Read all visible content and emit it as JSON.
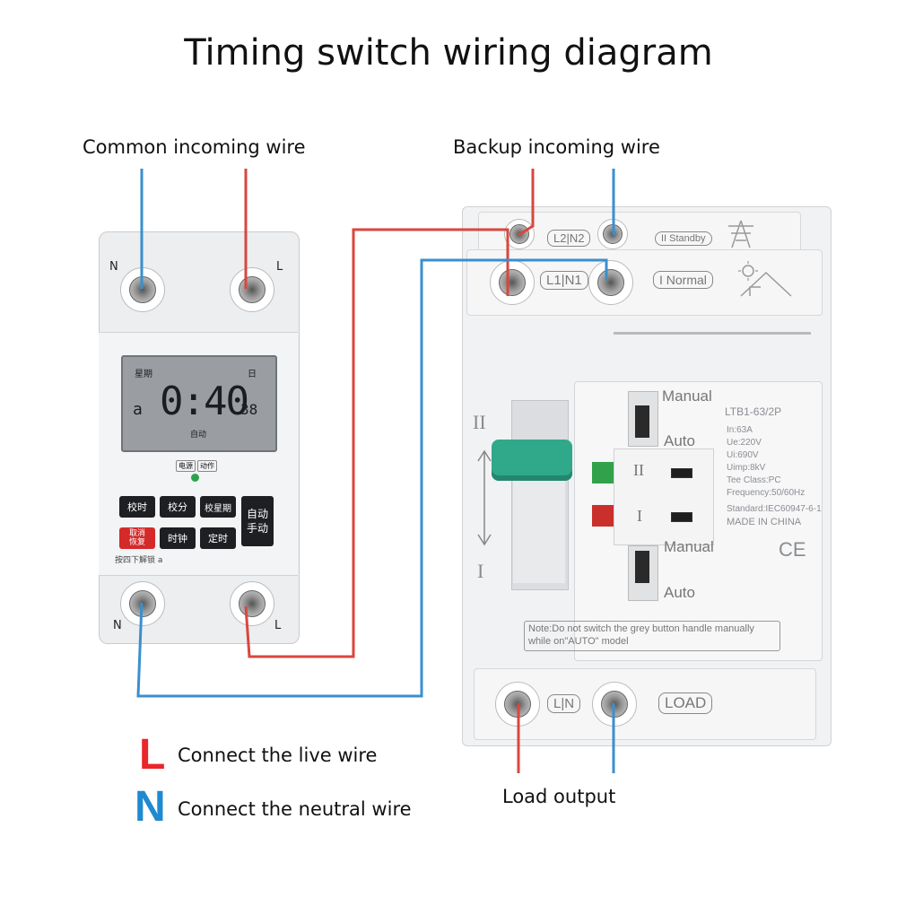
{
  "title": "Timing switch wiring diagram",
  "callouts": {
    "common_incoming": "Common incoming wire",
    "backup_incoming": "Backup incoming wire",
    "load_output": "Load output"
  },
  "legend": [
    {
      "letter": "L",
      "text": "Connect the live wire",
      "color": "#e8262b"
    },
    {
      "letter": "N",
      "text": "Connect the neutral wire",
      "color": "#1f8ad0"
    }
  ],
  "colors": {
    "live": "#e8262b",
    "neutral": "#1f8ad0",
    "wire_live": "#d9473f",
    "wire_neutral": "#3a8fcf",
    "knob": "#2fa98a"
  },
  "timer": {
    "top_left_label": "N",
    "top_right_label": "L",
    "bottom_left_label": "N",
    "bottom_right_label": "L",
    "lcd_week": "星期",
    "lcd_day": "日",
    "lcd_time": "0:40",
    "lcd_seconds": "38",
    "lcd_left": "a",
    "lcd_mode": "自动",
    "indicator_power": "电源",
    "indicator_action": "动作",
    "buttons": [
      "校时",
      "校分",
      "校星期"
    ],
    "button_auto_top": "自动",
    "button_auto_bottom": "手动",
    "button_cancel_top": "取消",
    "button_cancel_bottom": "恢复",
    "button_clock": "时钟",
    "button_timing": "定时",
    "unlock_hint": "按四下解锁 a"
  },
  "ats": {
    "standby_terminal": "L2|N2",
    "standby_label": "II Standby",
    "normal_terminal": "L1|N1",
    "normal_label": "I Normal",
    "load_terminal": "L|N",
    "load_label": "LOAD",
    "position_top": "II",
    "position_bottom": "I",
    "manual_top": "Manual",
    "auto_top": "Auto",
    "manual_bottom": "Manual",
    "auto_bottom": "Auto",
    "indicator_II": "II",
    "indicator_I": "I",
    "model": "LTB1-63/2P",
    "specs": [
      "In:63A",
      "Ue:220V",
      "Ui:690V",
      "Uimp:8kV",
      "Tee Class:PC",
      "Frequency:50/60Hz"
    ],
    "standard": "Standard:IEC60947-6-1",
    "made_in": "MADE IN CHINA",
    "ce": "CE",
    "note_line1": "Note:Do not switch the grey button handle manually",
    "note_line2": "while on\"AUTO\" model"
  }
}
